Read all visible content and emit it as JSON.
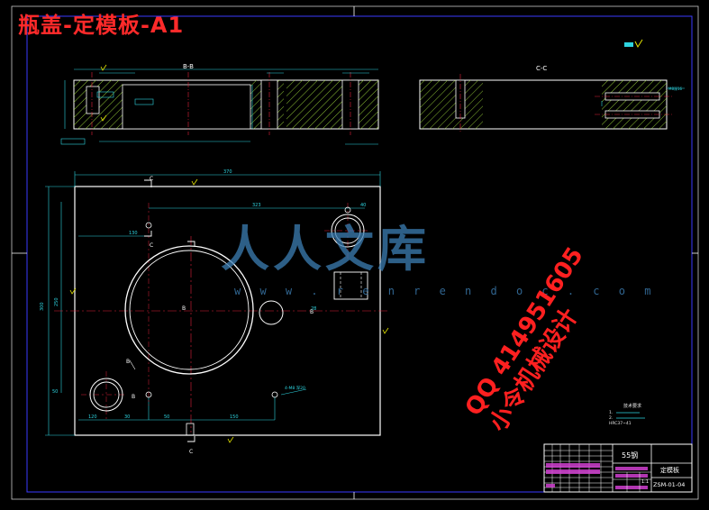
{
  "drawing": {
    "title": "瓶盖-定模板-A1",
    "section_bb": "B-B",
    "section_cc": "C-C",
    "label_c_top": "C",
    "label_c_mid": "C",
    "label_c_bottom": "C",
    "label_b_left": "B",
    "label_b_right": "B",
    "label_b_side": "B",
    "label_b_low": "B",
    "dim_overall_width": "370",
    "dim_top_span": "323",
    "dim_hole_span": "130",
    "dim_hole_top": "40",
    "dim_left_height": "300",
    "dim_left_inner": "250",
    "dim_bottom_a": "120",
    "dim_bottom_b": "30",
    "dim_bottom_c": "50",
    "dim_bottom_d": "150",
    "dim_small_a": "50",
    "dim_small_b": "28",
    "note_hole": "4-M8 深20",
    "note_hole2": "M8深16"
  },
  "tech": {
    "heading": "技术要求",
    "line1": "1.",
    "line2": "2.",
    "line3": "HRC37~41"
  },
  "title_block": {
    "material": "55钢",
    "part_name": "定模板",
    "drawing_no": "ZSM-01-04",
    "scale": "1:1"
  },
  "watermark": {
    "logo": "人人文库",
    "url": "w w w . r e n r e n d o c . c o m",
    "qq": "QQ 414951605",
    "designer": "小令机械设计"
  }
}
